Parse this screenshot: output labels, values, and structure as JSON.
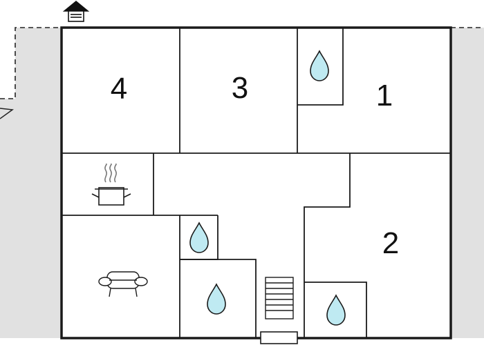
{
  "floorplan": {
    "room_labels": {
      "room_1": "1",
      "room_2": "2",
      "room_3": "3",
      "room_4": "4"
    },
    "icons": [
      "house-icon",
      "compass-arrow-icon",
      "water-drop-icon",
      "cooking-pot-icon",
      "sofa-icon",
      "staircase-icon",
      "entrance-mat-icon"
    ]
  },
  "colors": {
    "wall": "#1a1a1a",
    "terrace": "#e1e1e1",
    "water": "#bfeaf2",
    "background": "#ffffff"
  }
}
